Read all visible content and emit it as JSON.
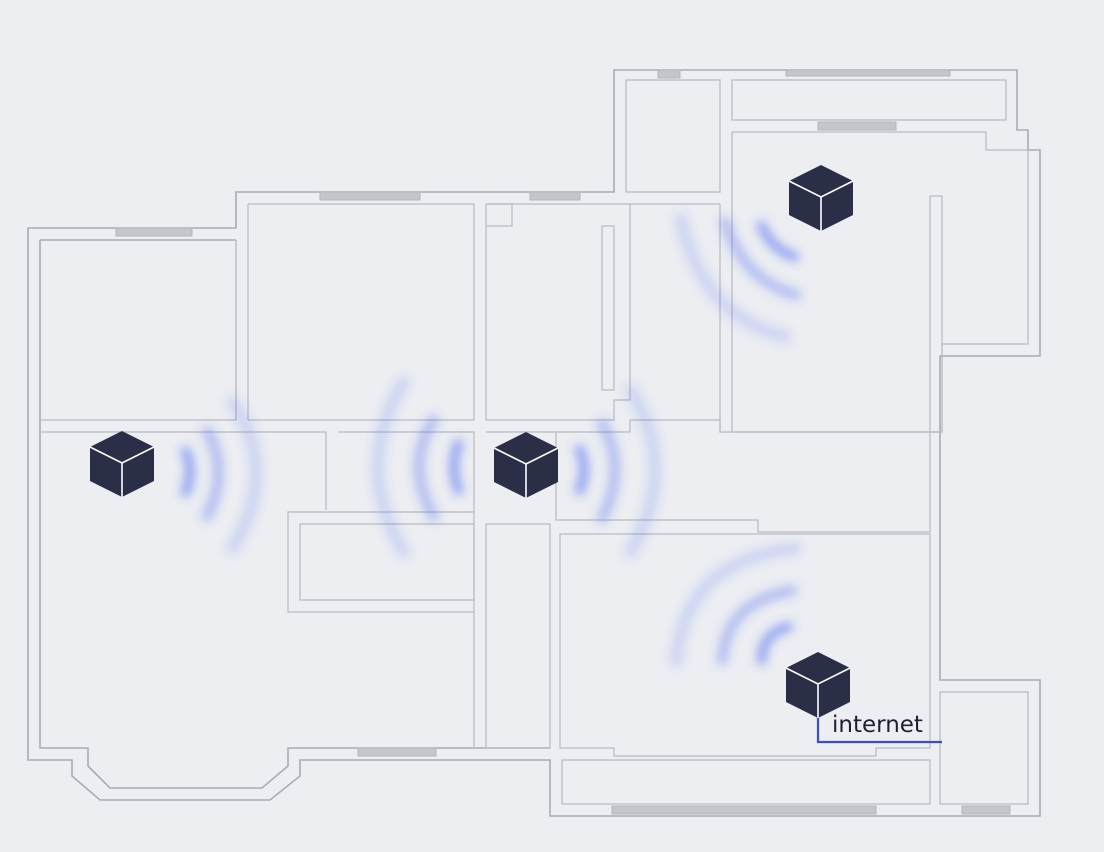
{
  "diagram": {
    "kind": "mesh-wifi-floor-plan",
    "colors": {
      "background": "#eceef2",
      "wall": "#a9acb3",
      "window": "#c4c6cb",
      "node": "#2a2e47",
      "node_edge": "#ffffff",
      "signal": "#3f5cf2",
      "cable": "#3a4cd0"
    },
    "nodes": [
      {
        "name": "node-living-room",
        "icon": "cube-router-icon"
      },
      {
        "name": "node-hallway",
        "icon": "cube-router-icon"
      },
      {
        "name": "node-top-right-room",
        "icon": "cube-router-icon"
      },
      {
        "name": "node-main-router",
        "icon": "cube-router-icon"
      }
    ],
    "cable_label": "internet"
  }
}
